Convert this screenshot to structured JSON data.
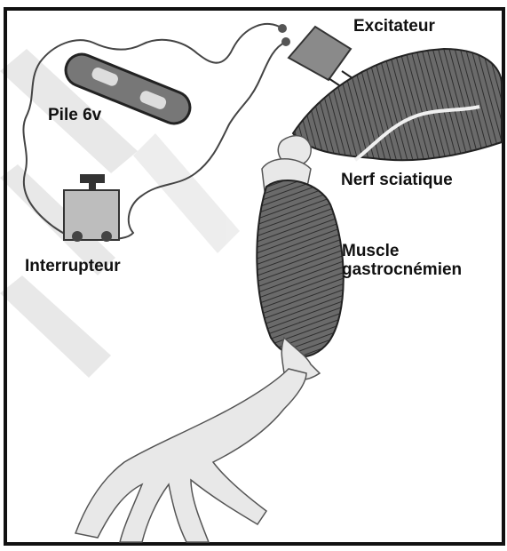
{
  "labels": {
    "excitateur": "Excitateur",
    "pile": "Pile 6v",
    "nerf": "Nerf sciatique",
    "interrupteur": "Interrupteur",
    "muscle_line1": "Muscle",
    "muscle_line2": "gastrocnémien"
  },
  "colors": {
    "frame": "#111111",
    "watermark": "#e6e6e6",
    "muscle_fill": "#5a5a5a",
    "bone_fill": "#e8e8e8",
    "wire": "#444444"
  }
}
